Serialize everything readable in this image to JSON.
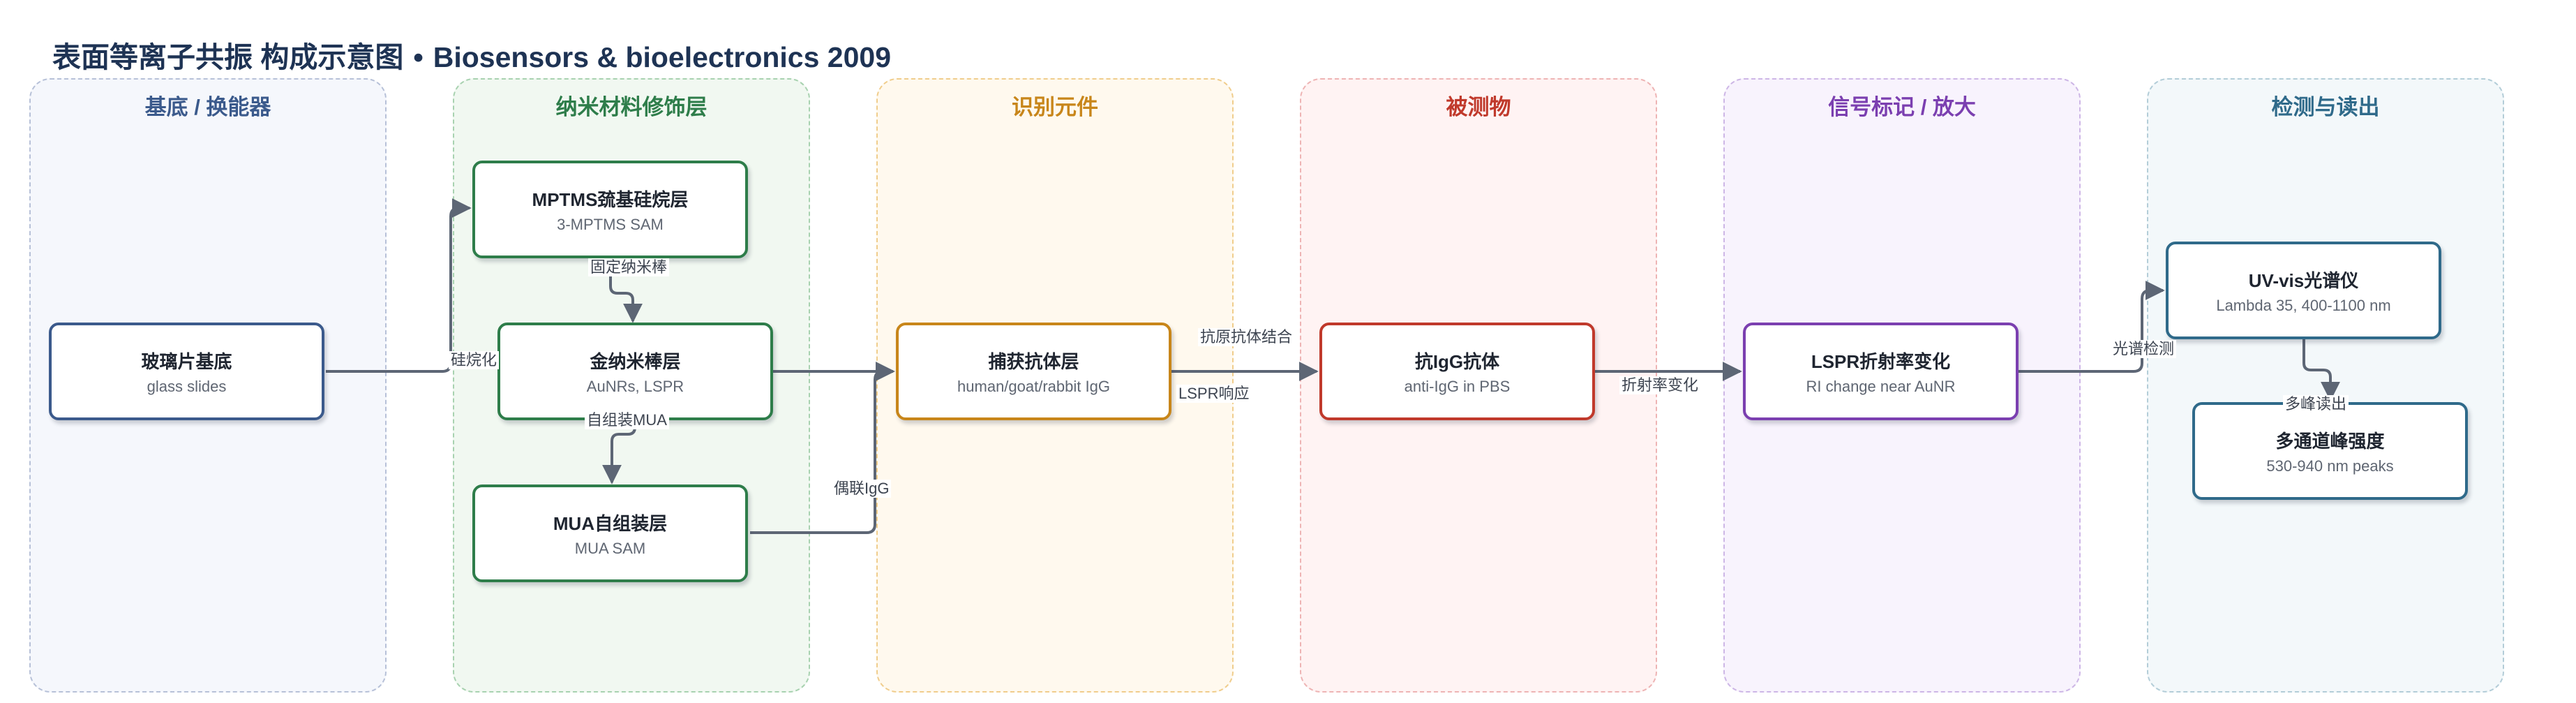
{
  "header": {
    "title": "表面等离子共振 构成示意图",
    "separator": "•",
    "source": "Biosensors & bioelectronics 2009"
  },
  "lanes": [
    {
      "id": "substrate",
      "label": "基底 / 换能器",
      "color": "#3b5a8c",
      "fill": "#f5f7fc",
      "border": "#b7c1d8"
    },
    {
      "id": "nano",
      "label": "纳米材料修饰层",
      "color": "#2e7d4a",
      "fill": "#f1f8f1",
      "border": "#a8d2b0"
    },
    {
      "id": "recognition",
      "label": "识别元件",
      "color": "#c8861a",
      "fill": "#fff9ee",
      "border": "#f0cd8c"
    },
    {
      "id": "analyte",
      "label": "被测物",
      "color": "#c0392b",
      "fill": "#fff3f3",
      "border": "#eeb4b4"
    },
    {
      "id": "signal",
      "label": "信号标记 / 放大",
      "color": "#7b3fb0",
      "fill": "#f8f3fd",
      "border": "#cdb6e6"
    },
    {
      "id": "readout",
      "label": "检测与读出",
      "color": "#2f6a8a",
      "fill": "#f3f8fa",
      "border": "#b3cdd8"
    }
  ],
  "nodes": {
    "glass": {
      "title": "玻璃片基底",
      "subtitle": "glass slides",
      "color": "#3b5a8c"
    },
    "mptms": {
      "title": "MPTMS巯基硅烷层",
      "subtitle": "3-MPTMS SAM",
      "color": "#2e7d4a"
    },
    "aunr": {
      "title": "金纳米棒层",
      "subtitle": "AuNRs, LSPR",
      "color": "#2e7d4a"
    },
    "mua": {
      "title": "MUA自组装层",
      "subtitle": "MUA SAM",
      "color": "#2e7d4a"
    },
    "capture": {
      "title": "捕获抗体层",
      "subtitle": "human/goat/rabbit IgG",
      "color": "#c8861a"
    },
    "antiigg": {
      "title": "抗IgG抗体",
      "subtitle": "anti-IgG in PBS",
      "color": "#c0392b"
    },
    "lspr": {
      "title": "LSPR折射率变化",
      "subtitle": "RI change near AuNR",
      "color": "#7b3fb0"
    },
    "uvvis": {
      "title": "UV-vis光谱仪",
      "subtitle": "Lambda 35, 400-1100 nm",
      "color": "#2f6a8a"
    },
    "multi": {
      "title": "多通道峰强度",
      "subtitle": "530-940 nm peaks",
      "color": "#2f6a8a"
    }
  },
  "edges": {
    "silanize": "硅烷化",
    "fix_nanorod": "固定纳米棒",
    "self_assemble_mua": "自组装MUA",
    "couple_igg": "偶联IgG",
    "antigen_antibody": "抗原抗体结合",
    "lspr_response": "LSPR响应",
    "ri_change": "折射率变化",
    "spectral_detect": "光谱检测",
    "multi_peak_readout": "多峰读出"
  },
  "colors": {
    "wire": "#5d6675",
    "title": "#1e3354"
  }
}
